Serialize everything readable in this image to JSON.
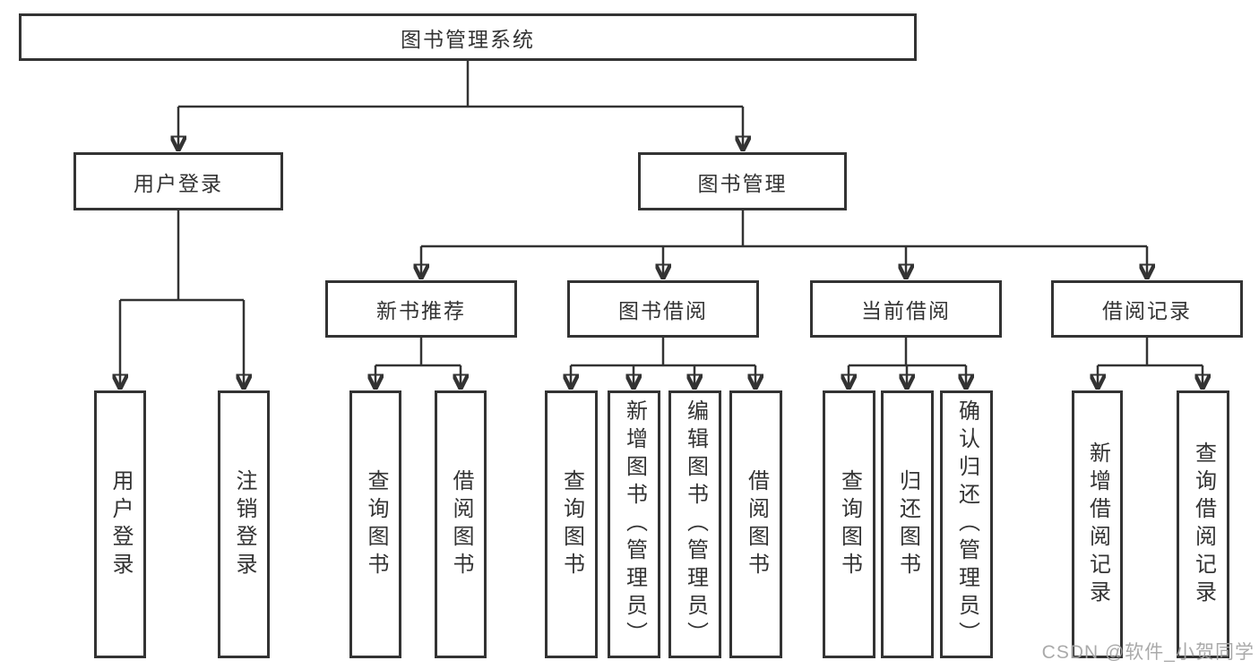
{
  "diagram_title": "图书管理系统",
  "watermark": "CSDN @软件_小贺同学",
  "colors": {
    "line": "#333333",
    "text": "#333333",
    "box_background": "#ffffff",
    "watermark": "#a5a5a5"
  },
  "nodes": {
    "root": {
      "label": "图书管理系统"
    },
    "user_login": {
      "label": "用户登录"
    },
    "book_mgmt": {
      "label": "图书管理"
    },
    "new_book_rec": {
      "label": "新书推荐"
    },
    "book_borrow": {
      "label": "图书借阅"
    },
    "current_borrow": {
      "label": "当前借阅"
    },
    "borrow_record": {
      "label": "借阅记录"
    },
    "leaf_user_login": {
      "label": "用户登录"
    },
    "leaf_logout": {
      "label": "注销登录"
    },
    "leaf_query_book_rec": {
      "label": "查询图书"
    },
    "leaf_borrow_book_rec": {
      "label": "借阅图书"
    },
    "leaf_query_book_borrow": {
      "label": "查询图书"
    },
    "leaf_add_book": {
      "label": "新增图书（管理员）"
    },
    "leaf_edit_book": {
      "label": "编辑图书（管理员）"
    },
    "leaf_borrow_book_borrow": {
      "label": "借阅图书"
    },
    "leaf_query_book_current": {
      "label": "查询图书"
    },
    "leaf_return_book": {
      "label": "归还图书"
    },
    "leaf_confirm_return": {
      "label": "确认归还（管理员）"
    },
    "leaf_add_record": {
      "label": "新增借阅记录"
    },
    "leaf_query_record": {
      "label": "查询借阅记录"
    }
  },
  "hierarchy": {
    "图书管理系统": {
      "用户登录": [
        "用户登录",
        "注销登录"
      ],
      "图书管理": {
        "新书推荐": [
          "查询图书",
          "借阅图书"
        ],
        "图书借阅": [
          "查询图书",
          "新增图书（管理员）",
          "编辑图书（管理员）",
          "借阅图书"
        ],
        "当前借阅": [
          "查询图书",
          "归还图书",
          "确认归还（管理员）"
        ],
        "借阅记录": [
          "新增借阅记录",
          "查询借阅记录"
        ]
      }
    }
  }
}
